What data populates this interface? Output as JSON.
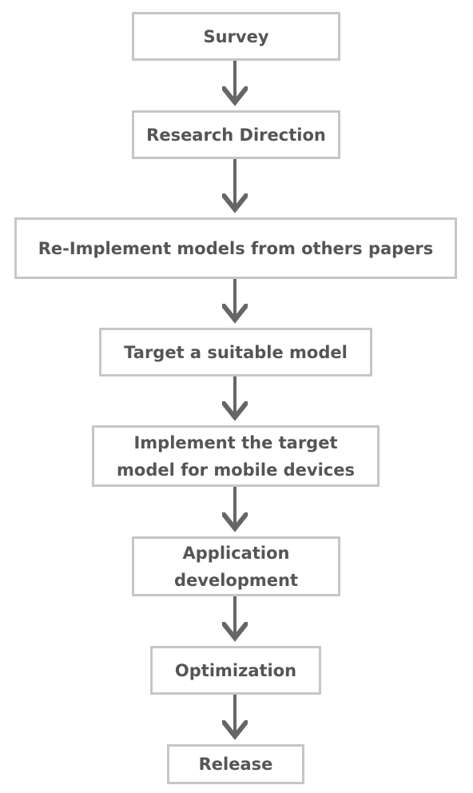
{
  "diagram": {
    "type": "flowchart",
    "direction": "top-to-bottom",
    "colors": {
      "box_border": "#c6c6c6",
      "text": "#555555",
      "arrow": "#666666",
      "background": "#ffffff"
    },
    "steps": [
      {
        "label": "Survey"
      },
      {
        "label": "Research Direction"
      },
      {
        "label": "Re-Implement models from others papers"
      },
      {
        "label": "Target a suitable model"
      },
      {
        "label": "Implement the target\nmodel for mobile devices"
      },
      {
        "label": "Application\ndevelopment"
      },
      {
        "label": "Optimization"
      },
      {
        "label": "Release"
      }
    ]
  }
}
